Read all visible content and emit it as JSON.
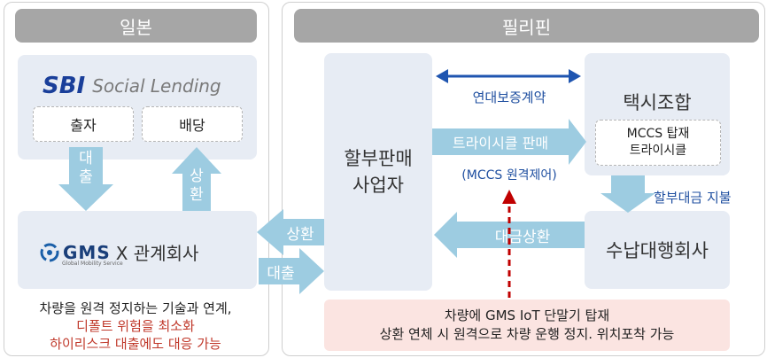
{
  "japan": {
    "header": "일본",
    "logo": {
      "brand": "SBI",
      "suffix": "Social Lending"
    },
    "invest_label": "출자",
    "dividend_label": "배당",
    "loan_label": "대\n출",
    "repay_label": "상\n환",
    "gms_brand": "GMS",
    "gms_tagline": "Global Mobility Service",
    "affiliate_label": "X 관계회사",
    "note_line1": "차량을 원격 정지하는 기술과 연계,",
    "note_line2": "디폴트 위험을 최소화",
    "note_line3": "하이리스크 대출에도 대응 가능"
  },
  "philippines": {
    "header": "필리핀",
    "installment_seller": "할부판매\n사업자",
    "joint_guarantee": "연대보증계약",
    "taxi_union": "택시조합",
    "mccs_box": "MCCS 탑재\n트라이시클",
    "tricycle_sale": "트라이시클 판매",
    "remote_control": "(MCCS 원격제어)",
    "installment_payment": "할부대금 지불",
    "collection_agency": "수납대행회사",
    "payment_repay": "대금상환",
    "iot_line1": "차량에 GMS IoT 단말기 탑재",
    "iot_line2": "상환 연체 시 원격으로 차량 운행 정지. 위치포착 가능"
  },
  "flows": {
    "repay": "상환",
    "loan": "대출"
  },
  "colors": {
    "arrow": "#9dcce1",
    "arrow_text": "#ffffff",
    "header": "#a6a6a6",
    "box": "#e7ecf4",
    "note_red": "#c0392b",
    "link_blue": "#1f4fa0",
    "dashed_red": "#c00000"
  },
  "icons": [
    "gms-swirl-logo",
    "double-headed-arrow",
    "dashed-red-up-arrow"
  ]
}
